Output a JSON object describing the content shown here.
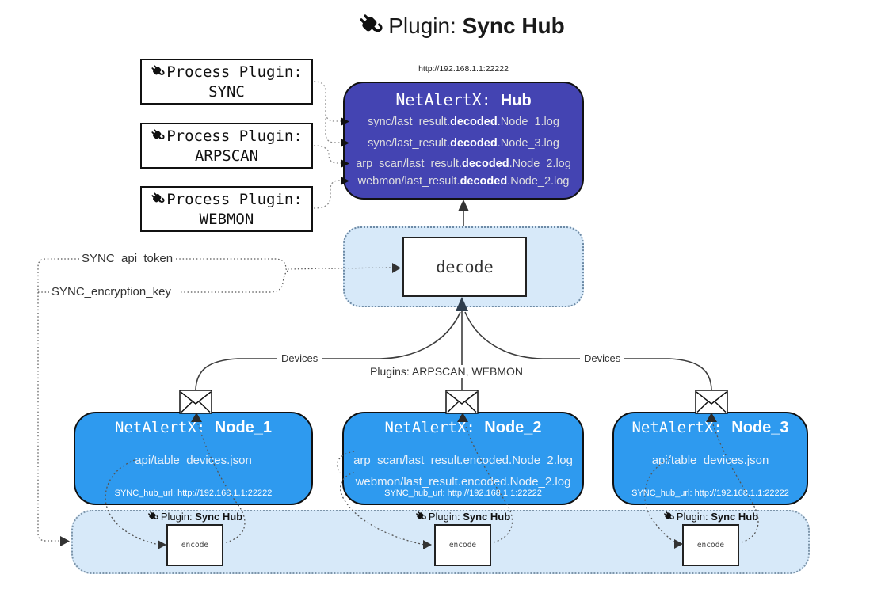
{
  "title": {
    "label": "Plugin: ",
    "name": "Sync Hub"
  },
  "colors": {
    "hub_bg": "#4444b2",
    "node_bg": "#2e9aef",
    "container_bg": "#d7e9f9"
  },
  "icons": {
    "title": "plug-icon",
    "process_plugin": "plug-icon",
    "node_mail": "envelope-icon",
    "encoder": "plug-icon"
  },
  "process_plugins": [
    {
      "label": "Process Plugin:",
      "name": "SYNC"
    },
    {
      "label": "Process Plugin:",
      "name": "ARPSCAN"
    },
    {
      "label": "Process Plugin:",
      "name": "WEBMON"
    }
  ],
  "hub": {
    "url": "http://192.168.1.1:22222",
    "title_prefix": "NetAlertX: ",
    "title_name": "Hub",
    "entries": [
      {
        "pre": "sync/last_result.",
        "bold": "decoded",
        "post": ".Node_1.log"
      },
      {
        "pre": "sync/last_result.",
        "bold": "decoded",
        "post": ".Node_3.log"
      },
      {
        "pre": "arp_scan/last_result.",
        "bold": "decoded",
        "post": ".Node_2.log"
      },
      {
        "pre": "webmon/last_result.",
        "bold": "decoded",
        "post": ".Node_2.log"
      }
    ]
  },
  "decode": {
    "label": "decode"
  },
  "settings": {
    "api_token": "SYNC_api_token",
    "encryption_key": "SYNC_encryption_key"
  },
  "edge_labels": {
    "devices_left": "Devices",
    "devices_right": "Devices",
    "plugins_mid": "Plugins: ARPSCAN, WEBMON"
  },
  "nodes": [
    {
      "title_prefix": "NetAlertX: ",
      "title_name": "Node_1",
      "line1": "api/table_devices.json",
      "hub_url": "SYNC_hub_url: http://192.168.1.1:22222"
    },
    {
      "title_prefix": "NetAlertX: ",
      "title_name": "Node_2",
      "line1": "arp_scan/last_result.encoded.Node_2.log",
      "line2": "webmon/last_result.encoded.Node_2.log",
      "hub_url": "SYNC_hub_url: http://192.168.1.1:22222"
    },
    {
      "title_prefix": "NetAlertX: ",
      "title_name": "Node_3",
      "line1": "api/table_devices.json",
      "hub_url": "SYNC_hub_url: http://192.168.1.1:22222"
    }
  ],
  "encoders": [
    {
      "plugin_label": "Plugin: ",
      "plugin_name": "Sync Hub",
      "box_label": "encode"
    },
    {
      "plugin_label": "Plugin: ",
      "plugin_name": "Sync Hub",
      "box_label": "encode"
    },
    {
      "plugin_label": "Plugin: ",
      "plugin_name": "Sync Hub",
      "box_label": "encode"
    }
  ]
}
